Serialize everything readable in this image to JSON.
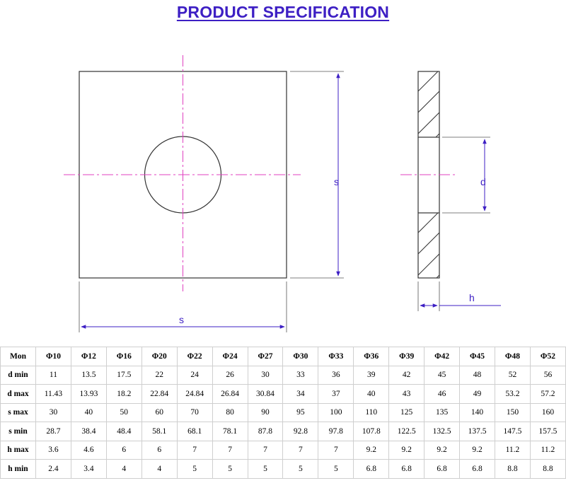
{
  "title": "PRODUCT SPECIFICATION",
  "colors": {
    "title": "#3d1fc4",
    "dimension": "#3d1fc4",
    "centerline": "#e040c0",
    "outline": "#333333"
  },
  "drawing": {
    "label_s_vertical": "s",
    "label_s_horizontal": "s",
    "label_d": "d",
    "label_h": "h"
  },
  "table": {
    "header": [
      "Mon",
      "Φ10",
      "Φ12",
      "Φ16",
      "Φ20",
      "Φ22",
      "Φ24",
      "Φ27",
      "Φ30",
      "Φ33",
      "Φ36",
      "Φ39",
      "Φ42",
      "Φ45",
      "Φ48",
      "Φ52"
    ],
    "rows": [
      [
        "d min",
        "11",
        "13.5",
        "17.5",
        "22",
        "24",
        "26",
        "30",
        "33",
        "36",
        "39",
        "42",
        "45",
        "48",
        "52",
        "56"
      ],
      [
        "d max",
        "11.43",
        "13.93",
        "18.2",
        "22.84",
        "24.84",
        "26.84",
        "30.84",
        "34",
        "37",
        "40",
        "43",
        "46",
        "49",
        "53.2",
        "57.2"
      ],
      [
        "s max",
        "30",
        "40",
        "50",
        "60",
        "70",
        "80",
        "90",
        "95",
        "100",
        "110",
        "125",
        "135",
        "140",
        "150",
        "160"
      ],
      [
        "s min",
        "28.7",
        "38.4",
        "48.4",
        "58.1",
        "68.1",
        "78.1",
        "87.8",
        "92.8",
        "97.8",
        "107.8",
        "122.5",
        "132.5",
        "137.5",
        "147.5",
        "157.5"
      ],
      [
        "h max",
        "3.6",
        "4.6",
        "6",
        "6",
        "7",
        "7",
        "7",
        "7",
        "7",
        "9.2",
        "9.2",
        "9.2",
        "9.2",
        "11.2",
        "11.2"
      ],
      [
        "h min",
        "2.4",
        "3.4",
        "4",
        "4",
        "5",
        "5",
        "5",
        "5",
        "5",
        "6.8",
        "6.8",
        "6.8",
        "6.8",
        "8.8",
        "8.8"
      ]
    ]
  }
}
